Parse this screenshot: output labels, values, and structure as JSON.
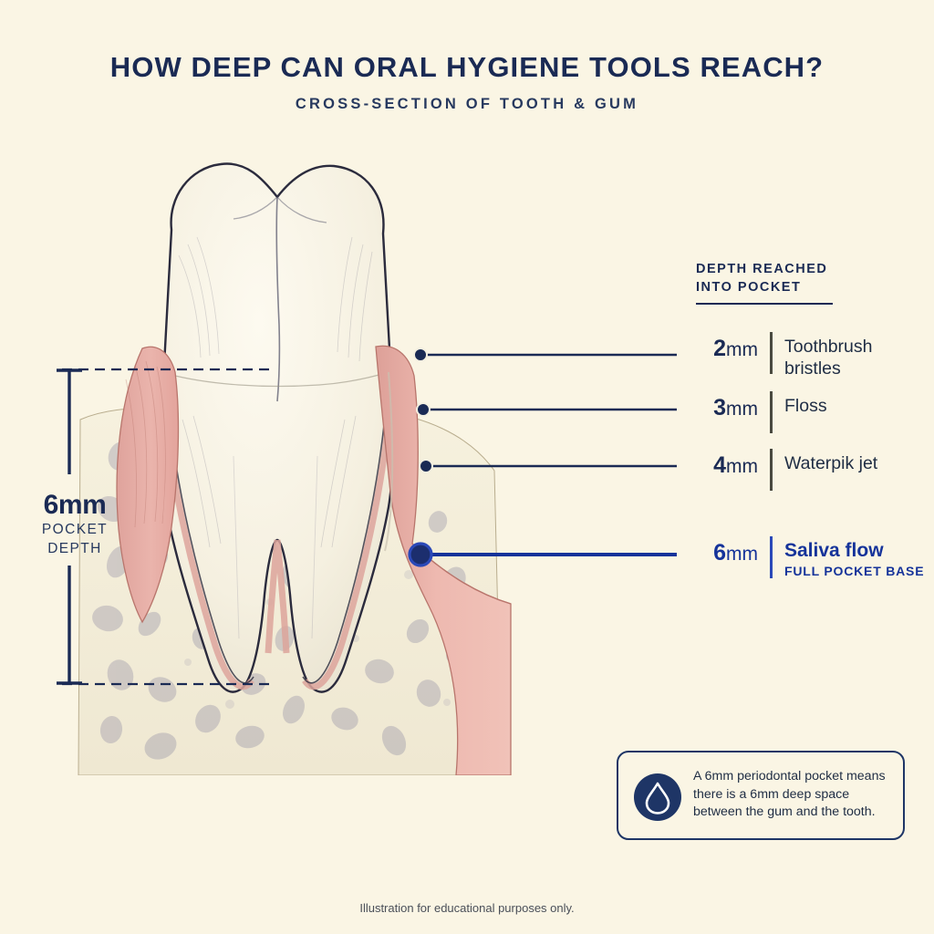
{
  "header": {
    "title": "HOW DEEP CAN ORAL HYGIENE TOOLS REACH?",
    "subtitle": "CROSS-SECTION OF TOOTH & GUM"
  },
  "measurement": {
    "value": "6mm",
    "label_line1": "POCKET",
    "label_line2": "DEPTH"
  },
  "legend": {
    "heading_line1": "DEPTH REACHED",
    "heading_line2": "INTO POCKET",
    "rows": [
      {
        "depth_number": "2",
        "depth_unit": "mm",
        "tool": "Toothbrush",
        "tool_line2": "bristles",
        "highlight": false
      },
      {
        "depth_number": "3",
        "depth_unit": "mm",
        "tool": "Floss",
        "tool_line2": "",
        "highlight": false
      },
      {
        "depth_number": "4",
        "depth_unit": "mm",
        "tool": "Waterpik jet",
        "tool_line2": "",
        "highlight": false
      },
      {
        "depth_number": "6",
        "depth_unit": "mm",
        "tool": "Saliva flow",
        "tool_line2": "FULL POCKET BASE",
        "highlight": true
      }
    ]
  },
  "note": {
    "icon": "water-drop-icon",
    "text": "A 6mm periodontal pocket means there is a 6mm deep space between the gum and the tooth."
  },
  "footer": {
    "text": "Illustration for educational purposes only."
  },
  "colors": {
    "background": "#faf5e4",
    "navy": "#1a2a54",
    "accent_blue": "#15339a",
    "gum_pink": "#e8a9a2",
    "enamel": "#f7f3e6",
    "bone": "#f4efdc"
  },
  "illustration": {
    "name": "tooth-cross-section",
    "parts": [
      "crown",
      "gum",
      "root",
      "alveolar-bone",
      "periodontal-pocket"
    ]
  }
}
